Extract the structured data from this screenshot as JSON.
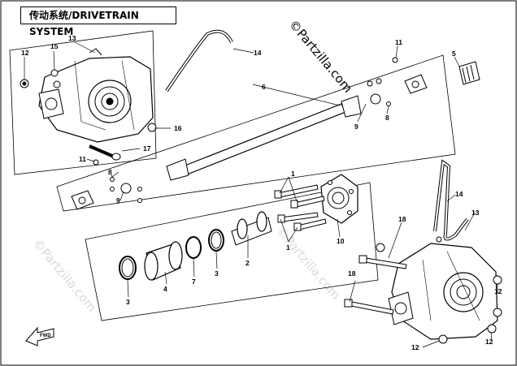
{
  "title": "传动系统/DRIVETRAIN SYSTEM",
  "watermark": "©Partzilla.com",
  "direction_label": "FWD",
  "callouts": [
    "1",
    "1",
    "2",
    "3",
    "3",
    "4",
    "5",
    "6",
    "7",
    "8",
    "8",
    "9",
    "9",
    "10",
    "11",
    "11",
    "12",
    "12",
    "12",
    "12",
    "13",
    "13",
    "14",
    "14",
    "15",
    "16",
    "16",
    "17",
    "18",
    "18"
  ],
  "colors": {
    "line": "#000000",
    "watermark": "#d9d9d9"
  }
}
